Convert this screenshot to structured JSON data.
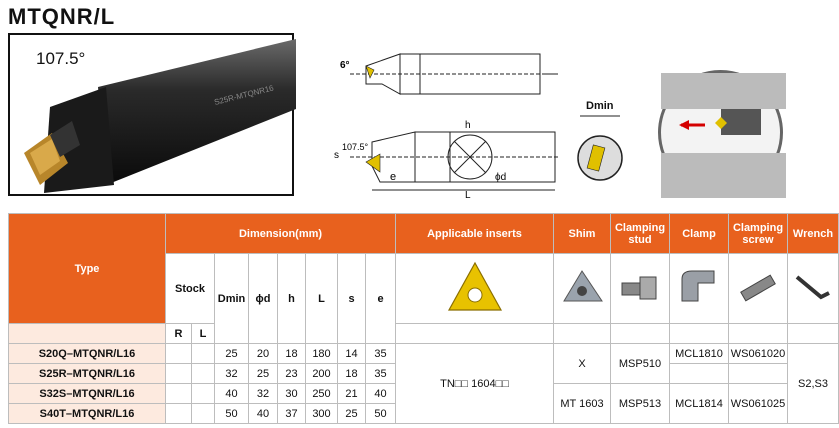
{
  "title": "MTQNR/L",
  "photo": {
    "angle_label": "107.5°",
    "engraving": "S25R-MTQNR16"
  },
  "diagram": {
    "angle_top": "6°",
    "angle_side": "107.5°",
    "s": "s",
    "e": "e",
    "L": "L",
    "h": "h",
    "d": "ϕd",
    "dmin": "Dmin"
  },
  "table": {
    "headers": {
      "type": "Type",
      "dimension": "Dimension(mm)",
      "inserts": "Applicable inserts",
      "shim": "Shim",
      "stud": "Clamping stud",
      "clamp": "Clamp",
      "screw": "Clamping screw",
      "wrench": "Wrench",
      "stock": "Stock",
      "R": "R",
      "L": "L",
      "dmin": "Dmin",
      "d": "ϕd",
      "h": "h",
      "len": "L",
      "s": "s",
      "e": "e"
    },
    "rows": [
      {
        "type": "S20Q–MTQNR/L16",
        "dmin": "25",
        "d": "20",
        "h": "18",
        "L": "180",
        "s": "14",
        "e": "35"
      },
      {
        "type": "S25R–MTQNR/L16",
        "dmin": "32",
        "d": "25",
        "h": "23",
        "L": "200",
        "s": "18",
        "e": "35"
      },
      {
        "type": "S32S–MTQNR/L16",
        "dmin": "40",
        "d": "32",
        "h": "30",
        "L": "250",
        "s": "21",
        "e": "40"
      },
      {
        "type": "S40T–MTQNR/L16",
        "dmin": "50",
        "d": "40",
        "h": "37",
        "L": "300",
        "s": "25",
        "e": "50"
      }
    ],
    "insert": "TN□□ 1604□□",
    "shim_top": "X",
    "shim_bottom": "MT 1603",
    "stud_top": "MSP510",
    "stud_bottom": "MSP513",
    "clamp_top": "MCL1810",
    "clamp_bottom": "MCL1814",
    "screw_top": "WS061020",
    "screw_bottom": "WS061025",
    "wrench": "S2,S3"
  },
  "colors": {
    "header_orange": "#e8611e",
    "type_cell": "#fdeadf",
    "insert_gold": "#d7b000"
  }
}
